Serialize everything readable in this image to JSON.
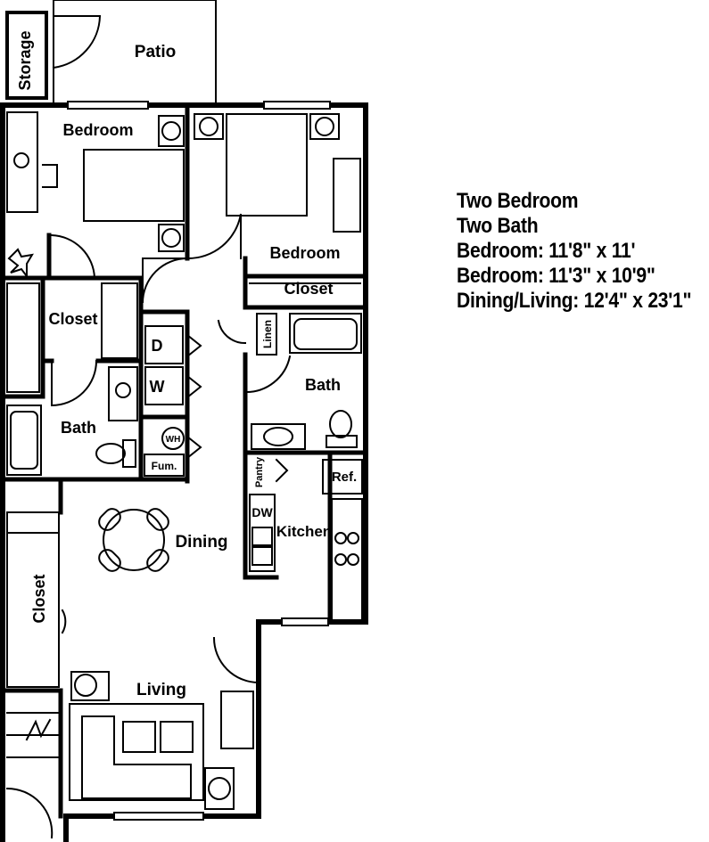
{
  "plan": {
    "rooms": {
      "storage": "Storage",
      "patio": "Patio",
      "bedroom_left": "Bedroom",
      "bedroom_right": "Bedroom",
      "closet_left": "Closet",
      "closet_right": "Closet",
      "closet_entry": "Closet",
      "linen": "Linen",
      "bath_left": "Bath",
      "bath_right": "Bath",
      "dryer": "D",
      "washer": "W",
      "water_heater": "WH",
      "furnace": "Fum.",
      "pantry": "Pantry",
      "refrigerator": "Ref.",
      "dishwasher": "DW",
      "kitchen": "Kitchen",
      "dining": "Dining",
      "living": "Living"
    }
  },
  "info": {
    "lines": [
      "Two Bedroom",
      "Two Bath",
      "Bedroom: 11'8\" x 11'",
      "Bedroom: 11'3\" x 10'9\"",
      "Dining/Living: 12'4\" x 23'1\""
    ]
  }
}
